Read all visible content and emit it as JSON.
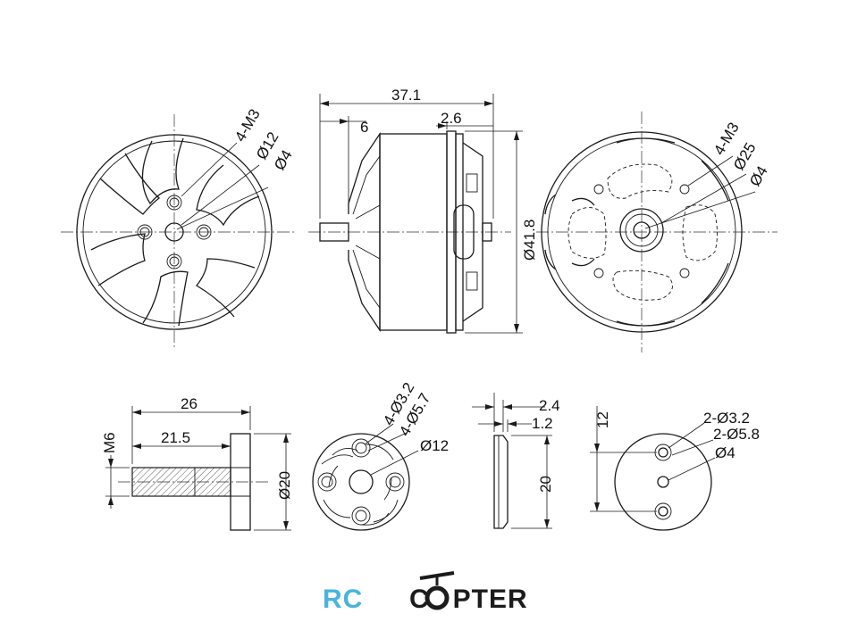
{
  "views": {
    "front": {
      "labels": [
        "4-M3",
        "Ø12",
        "Ø4"
      ]
    },
    "side": {
      "labels": [
        "37.1",
        "6",
        "2.6",
        "Ø41.8"
      ]
    },
    "rear": {
      "labels": [
        "4-M3",
        "Ø25",
        "Ø4"
      ]
    },
    "shaft": {
      "labels": [
        "26",
        "21.5",
        "M6",
        "Ø20"
      ]
    },
    "mount_plate": {
      "labels": [
        "4-Ø3.2",
        "4-Ø5.7",
        "Ø12"
      ]
    },
    "plate_side": {
      "labels": [
        "2.4",
        "1.2",
        "20"
      ]
    },
    "small_plate": {
      "labels": [
        "12",
        "2-Ø3.2",
        "2-Ø5.8",
        "Ø4"
      ]
    }
  },
  "logo": {
    "part1": "RC",
    "part2": "CPTER",
    "color_accent": "#4ab3dd",
    "color_dark": "#1c1c1c"
  }
}
